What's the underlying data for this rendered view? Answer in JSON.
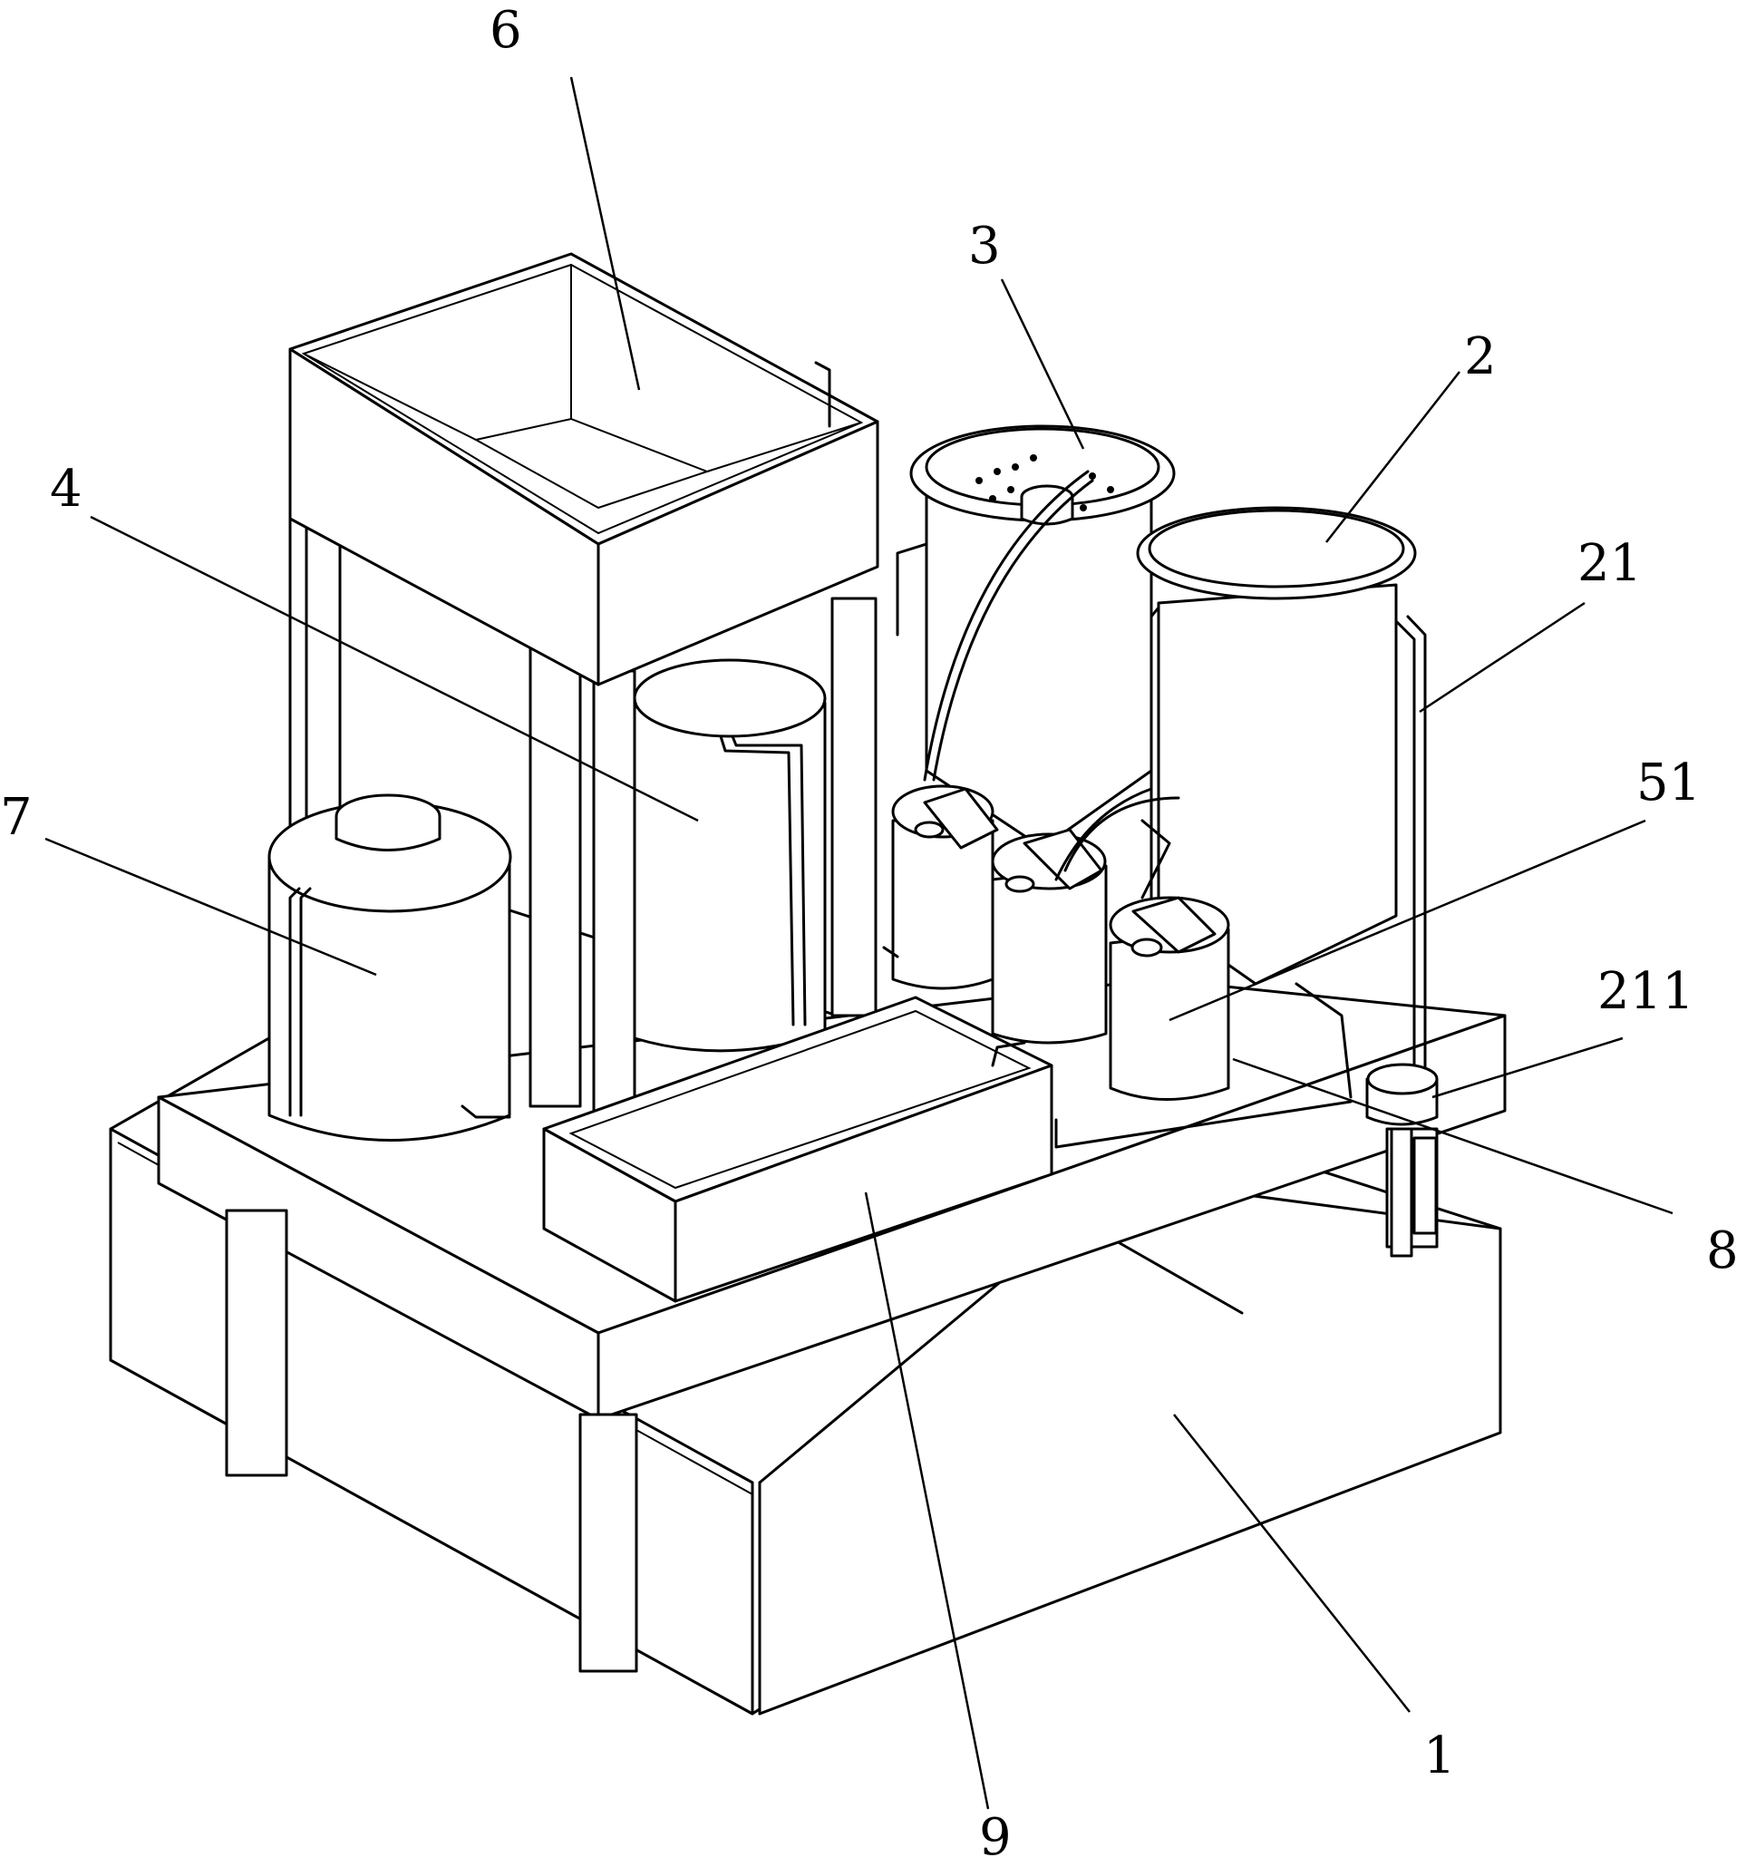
{
  "figure": {
    "labels": [
      {
        "id": "label-6",
        "text": "6"
      },
      {
        "id": "label-3",
        "text": "3"
      },
      {
        "id": "label-2",
        "text": "2"
      },
      {
        "id": "label-21",
        "text": "21"
      },
      {
        "id": "label-4",
        "text": "4"
      },
      {
        "id": "label-51",
        "text": "51"
      },
      {
        "id": "label-7",
        "text": "7"
      },
      {
        "id": "label-211",
        "text": "211"
      },
      {
        "id": "label-8",
        "text": "8"
      },
      {
        "id": "label-1",
        "text": "1"
      },
      {
        "id": "label-9",
        "text": "9"
      }
    ]
  }
}
